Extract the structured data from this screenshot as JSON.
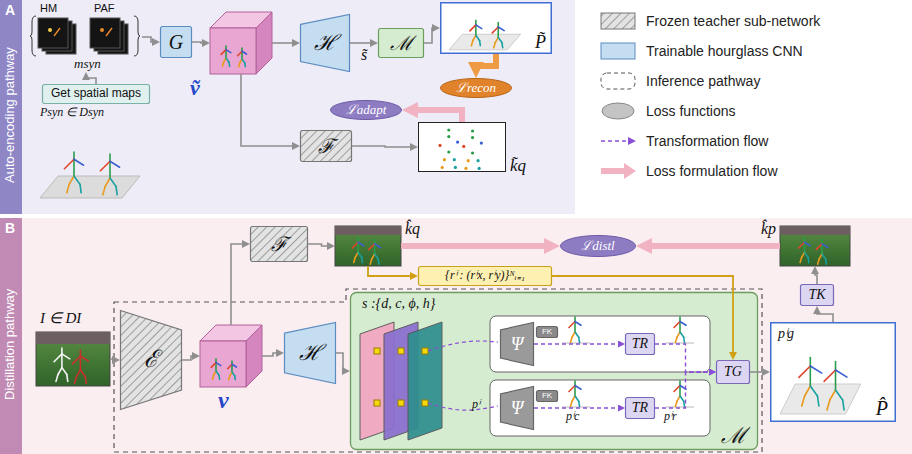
{
  "diagram": {
    "nodes": [
      {
        "text": [
          "A",
          "Auto-encoding pathway"
        ]
      },
      {
        "text": [
          "Get spatial maps"
        ],
        "in": 0
      },
      {
        "text": [
          "HM",
          "PAF",
          "msyn"
        ],
        "in": 0
      },
      {
        "text": [
          "G"
        ],
        "in": 0
      },
      {
        "text": [
          "ṽ"
        ],
        "in": 0
      },
      {
        "text": [
          "ℋ"
        ],
        "in": 0
      },
      {
        "text": [
          "ℳ"
        ],
        "in": 0
      },
      {
        "text": [
          "P̃"
        ],
        "in": 0
      },
      {
        "text": [
          "ℱ"
        ],
        "in": 0
      },
      {
        "text": [
          "k̃q"
        ],
        "in": 0
      },
      {
        "text": [
          "ℒadapt"
        ],
        "in": 0
      },
      {
        "text": [
          "ℒrecon"
        ],
        "in": 0
      },
      {
        "text": [
          "B",
          "Distillation pathway"
        ]
      },
      {
        "text": [
          "I ∈ DI"
        ],
        "in": 12
      },
      {
        "text": [
          "ℰ"
        ],
        "in": 12
      },
      {
        "text": [
          "v"
        ],
        "in": 12
      },
      {
        "text": [
          "ℋ"
        ],
        "in": 12
      },
      {
        "text": [
          "ℱ"
        ],
        "in": 12
      },
      {
        "text": [
          "k̂q"
        ],
        "in": 12
      },
      {
        "text": [
          "ℒdistl"
        ],
        "in": 12
      },
      {
        "text": [
          "k̂p"
        ],
        "in": 12
      },
      {
        "text": [
          "TK"
        ],
        "in": 12
      },
      {
        "text": [
          "pⁱg",
          "P̂"
        ],
        "in": 12
      },
      {
        "text": [
          "{rⁱ : (rⁱx, rⁱy)}ᴺᵢ₌₁"
        ],
        "in": 12
      },
      {
        "text": [
          "s :{d, c, ϕ, h}",
          "ℳ"
        ],
        "in": 12
      },
      {
        "text": [
          "Ψ"
        ],
        "in": 24
      },
      {
        "text": [
          "FK"
        ],
        "in": 24
      },
      {
        "text": [
          "TR"
        ],
        "in": 24
      },
      {
        "text": [
          "Ψ"
        ],
        "in": 24
      },
      {
        "text": [
          "FK"
        ],
        "in": 24
      },
      {
        "text": [
          "TR"
        ],
        "in": 24
      },
      {
        "text": [
          "TG"
        ],
        "in": 24
      }
    ],
    "edges": [
      {
        "from": 1,
        "to": 2,
        "arrow": "to"
      },
      {
        "from": 2,
        "to": 3,
        "arrow": "to"
      },
      {
        "from": 3,
        "to": 4,
        "arrow": "to"
      },
      {
        "from": 4,
        "to": 5,
        "arrow": "to"
      },
      {
        "from": 5,
        "to": 6,
        "label": "s̃",
        "arrow": "to"
      },
      {
        "from": 6,
        "to": 7,
        "arrow": "to"
      },
      {
        "from": 4,
        "to": 8,
        "arrow": "to"
      },
      {
        "from": 8,
        "to": 9,
        "arrow": "to"
      },
      {
        "from": 9,
        "to": 10,
        "arrow": "to"
      },
      {
        "from": 7,
        "to": 11,
        "arrow": "to"
      },
      {
        "from": 13,
        "to": 14,
        "arrow": "to"
      },
      {
        "from": 14,
        "to": 15,
        "arrow": "to"
      },
      {
        "from": 15,
        "to": 16,
        "arrow": "to"
      },
      {
        "from": 15,
        "to": 17,
        "arrow": "to"
      },
      {
        "from": 17,
        "to": 18,
        "arrow": "to"
      },
      {
        "from": 18,
        "to": 19,
        "arrow": "to"
      },
      {
        "from": 20,
        "to": 19,
        "arrow": "to"
      },
      {
        "from": 21,
        "to": 20,
        "arrow": "to"
      },
      {
        "from": 22,
        "to": 21,
        "arrow": "to"
      },
      {
        "from": 31,
        "to": 22,
        "arrow": "to"
      },
      {
        "from": 16,
        "to": 24,
        "arrow": "to"
      },
      {
        "from": 18,
        "to": 23,
        "arrow": "to"
      },
      {
        "from": 23,
        "to": 31,
        "arrow": "to"
      },
      {
        "from": 25,
        "to": 27,
        "arrow": "to"
      },
      {
        "from": 28,
        "to": 30,
        "arrow": "to"
      },
      {
        "from": 27,
        "to": 31,
        "arrow": "to"
      },
      {
        "from": 30,
        "to": 31,
        "arrow": "to"
      }
    ],
    "labels": [
      "Psyn ∈ Dsyn",
      "pⁱ",
      "pⁱc",
      "pⁱr"
    ],
    "legend": [
      {
        "text": "Frozen teacher sub-network"
      },
      {
        "text": "Trainable hourglass CNN",
        "color": "#c5ddf0"
      },
      {
        "text": "Inference pathway"
      },
      {
        "text": "Loss functions"
      },
      {
        "text": "Transformation flow"
      },
      {
        "text": "Loss formulation flow"
      }
    ]
  }
}
